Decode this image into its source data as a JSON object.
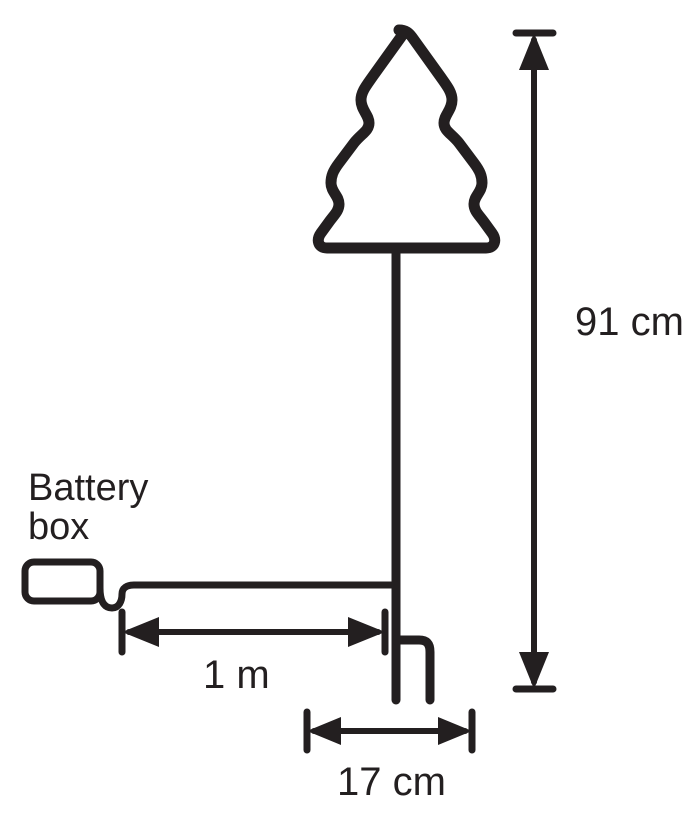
{
  "diagram": {
    "title": "Light-up tree garden stake dimensions",
    "background_color": "#ffffff",
    "stroke_color": "#231f20",
    "labels": {
      "battery_box_line1": "Battery",
      "battery_box_line2": "box",
      "height_dimension": "91 cm",
      "cable_dimension": "1 m",
      "spike_dimension": "17 cm"
    },
    "parts": {
      "tree_name": "christmas-tree-outline",
      "pole_name": "vertical-pole",
      "spike_name": "ground-spike",
      "battery_box_name": "battery-box",
      "cable_name": "power-cable"
    },
    "measurements": [
      {
        "id": "height",
        "value": "91 cm",
        "orientation": "vertical",
        "describes": "overall height of stake"
      },
      {
        "id": "cable-length",
        "value": "1 m",
        "orientation": "horizontal",
        "describes": "cable length from battery box to pole"
      },
      {
        "id": "spike-width",
        "value": "17 cm",
        "orientation": "horizontal",
        "describes": "width across ground spike prongs"
      }
    ]
  }
}
